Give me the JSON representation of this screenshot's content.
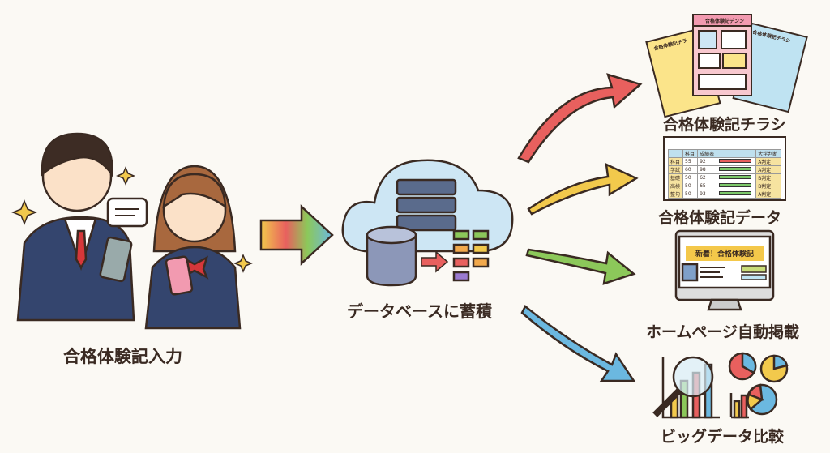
{
  "labels": {
    "input": "合格体験記入力",
    "database": "データベースに蓄積",
    "flyer": "合格体験記チラシ",
    "data": "合格体験記データ",
    "homepage": "ホームページ自動掲載",
    "bigdata": "ビッグデータ比較"
  },
  "flyer_titles": [
    "合格体験記チラ",
    "合格体験記デンン",
    "合格体験記チラシ"
  ],
  "monitor_banner": "新着！合格体験記",
  "table": {
    "headers": [
      "",
      "科目",
      "成績表",
      "",
      "大学判断"
    ],
    "rows": [
      {
        "name": "科目",
        "a": "55",
        "b": "92",
        "bar": "red",
        "result": "A判定"
      },
      {
        "name": "学試",
        "a": "60",
        "b": "98",
        "bar": "green",
        "result": "A判定"
      },
      {
        "name": "基礎",
        "a": "50",
        "b": "62",
        "bar": "green",
        "result": "B判定"
      },
      {
        "name": "高検",
        "a": "50",
        "b": "65",
        "bar": "green",
        "result": "B判定"
      },
      {
        "name": "整句",
        "a": "50",
        "b": "93",
        "bar": "green",
        "result": "A判定"
      }
    ]
  },
  "colors": {
    "ink": "#3a2a22",
    "red_arrow": "#e8605e",
    "yellow_arrow": "#f2c94c",
    "green_arrow": "#8cc85a",
    "blue_arrow": "#6bb8e0"
  }
}
